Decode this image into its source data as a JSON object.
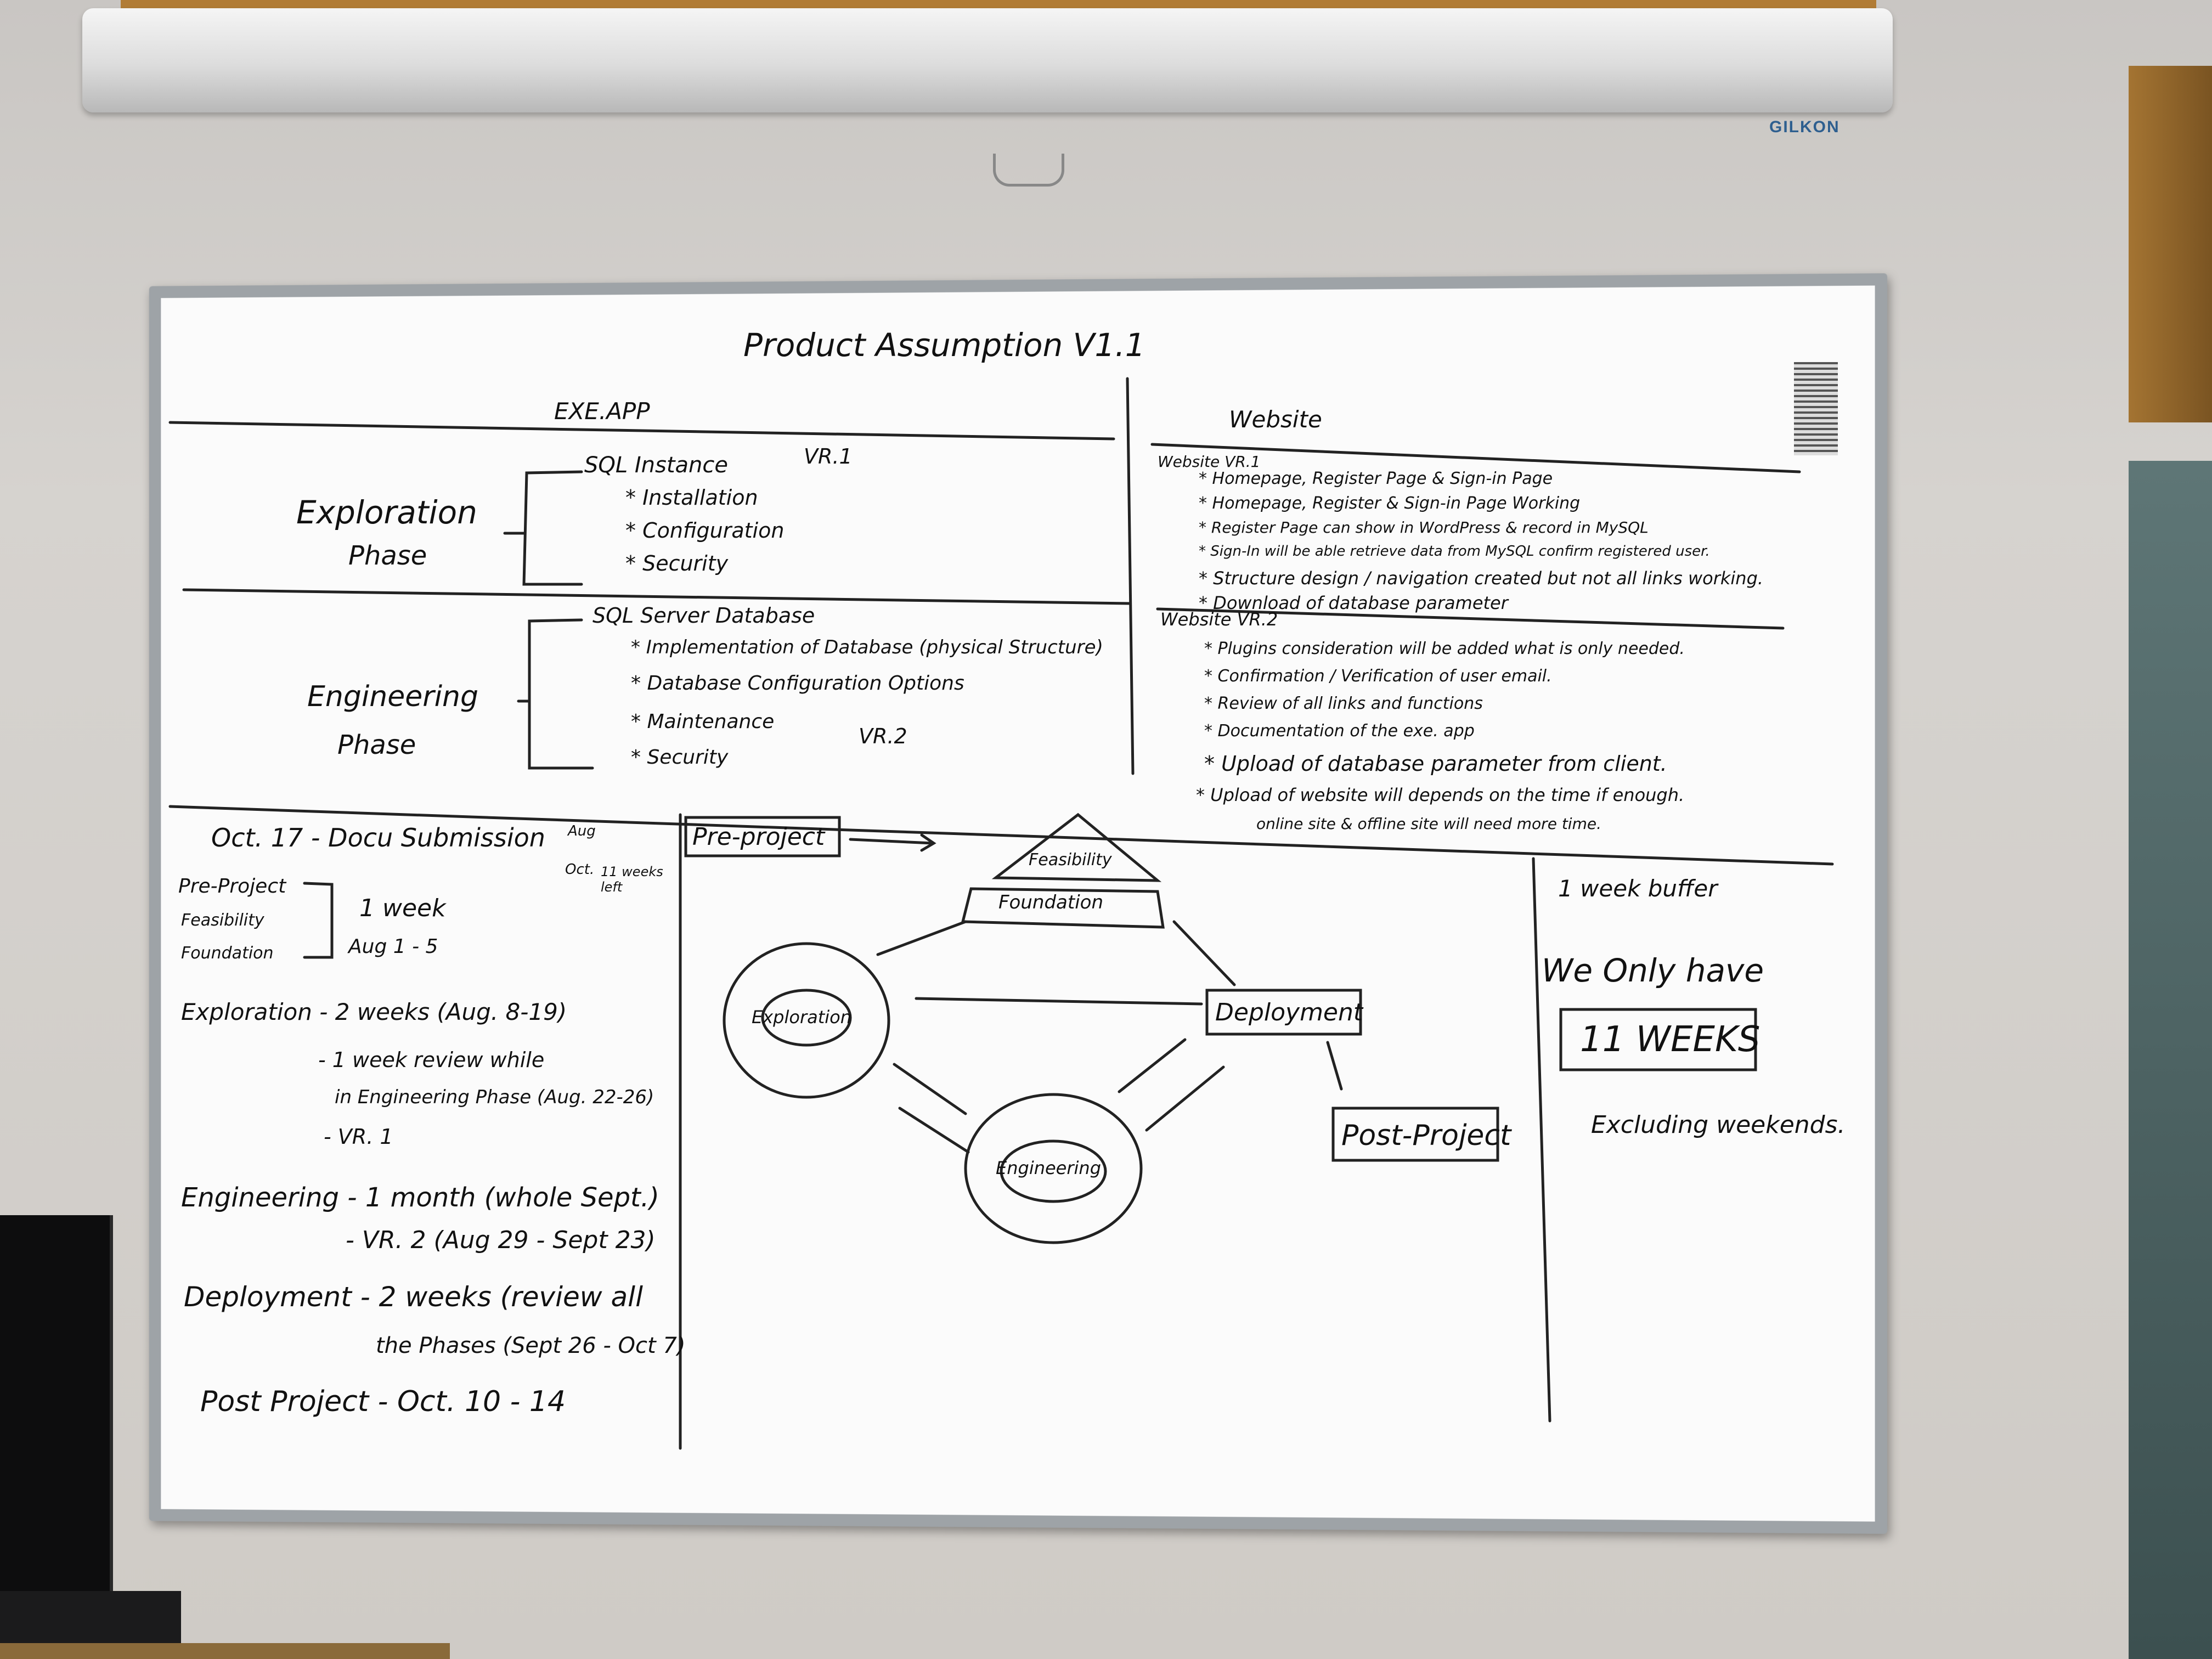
{
  "projector": {
    "brand": "GILKON"
  },
  "board": {
    "title": "Product Assumption V1.1",
    "left_header": "EXE.APP",
    "right_header": "Website",
    "exploration": {
      "phase_label_1": "Exploration",
      "phase_label_2": "Phase",
      "group_title": "SQL Instance",
      "version": "VR.1",
      "items": [
        "* Installation",
        "* Configuration",
        "* Security"
      ]
    },
    "engineering": {
      "phase_label_1": "Engineering",
      "phase_label_2": "Phase",
      "group_title": "SQL Server Database",
      "version": "VR.2",
      "items": [
        "* Implementation of Database (physical Structure)",
        "* Database Configuration Options",
        "* Maintenance",
        "* Security"
      ]
    },
    "website_v1": {
      "title": "Website VR.1",
      "items": [
        "* Homepage, Register Page & Sign-in Page",
        "* Homepage, Register & Sign-in Page Working",
        "* Register Page can show in WordPress & record in MySQL",
        "* Sign-In will be able retrieve data from MySQL confirm registered user.",
        "* Structure design / navigation created but not all links working.",
        "* Download of database parameter"
      ]
    },
    "website_v2": {
      "title": "Website VR.2",
      "items": [
        "* Plugins consideration will be added what is only needed.",
        "* Confirmation / Verification of user email.",
        "* Review of all links and functions",
        "* Documentation of the exe. app",
        "* Upload of database parameter from client.",
        "* Upload of website will depends on the time if enough.",
        "online site & offline site will need more time."
      ]
    },
    "schedule": {
      "deadline": "Oct. 17 - Docu Submission",
      "aug_note_1": "Aug",
      "aug_note_2": "Oct.",
      "aug_note_3": "11 weeks left",
      "pre_lines": [
        "Pre-Project",
        "Feasibility",
        "Foundation"
      ],
      "pre_week": "1 week",
      "pre_dates": "Aug 1 - 5",
      "lines": [
        "Exploration - 2 weeks (Aug. 8-19)",
        "- 1 week review while",
        "in Engineering Phase (Aug. 22-26)",
        "- VR. 1",
        "Engineering - 1 month (whole Sept.)",
        "- VR. 2   (Aug 29 - Sept 23)",
        "Deployment - 2 weeks (review all",
        "the Phases (Sept 26 - Oct 7)",
        "Post Project - Oct. 10 - 14"
      ]
    },
    "diagram": {
      "pre_project": "Pre-project",
      "feasibility": "Feasibility",
      "foundation": "Foundation",
      "exploration": "Exploration",
      "engineering": "Engineering",
      "deployment": "Deployment",
      "post_project": "Post-Project"
    },
    "notes": {
      "buffer": "1 week buffer",
      "we_only_have": "We Only have",
      "weeks": "11 WEEKS",
      "excluding": "Excluding weekends."
    }
  }
}
